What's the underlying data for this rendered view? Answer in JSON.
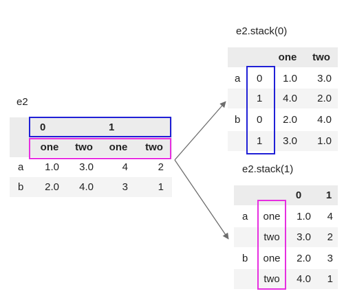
{
  "colors": {
    "blue_highlight": "#1f1fd6",
    "magenta_highlight": "#e62ee0",
    "header_bg": "#ececec",
    "row_bg": "#f4f4f4"
  },
  "e2": {
    "title": "e2",
    "level0": [
      "0",
      "1"
    ],
    "level1": [
      "one",
      "two",
      "one",
      "two"
    ],
    "rows": [
      {
        "index": "a",
        "values": [
          "1.0",
          "3.0",
          "4",
          "2"
        ]
      },
      {
        "index": "b",
        "values": [
          "2.0",
          "4.0",
          "3",
          "1"
        ]
      }
    ]
  },
  "stack0": {
    "title": "e2.stack(0)",
    "columns": [
      "one",
      "two"
    ],
    "rows": [
      {
        "outer": "a",
        "inner": "0",
        "values": [
          "1.0",
          "3.0"
        ]
      },
      {
        "outer": "",
        "inner": "1",
        "values": [
          "4.0",
          "2.0"
        ]
      },
      {
        "outer": "b",
        "inner": "0",
        "values": [
          "2.0",
          "4.0"
        ]
      },
      {
        "outer": "",
        "inner": "1",
        "values": [
          "3.0",
          "1.0"
        ]
      }
    ]
  },
  "stack1": {
    "title": "e2.stack(1)",
    "columns": [
      "0",
      "1"
    ],
    "rows": [
      {
        "outer": "a",
        "inner": "one",
        "values": [
          "1.0",
          "4"
        ]
      },
      {
        "outer": "",
        "inner": "two",
        "values": [
          "3.0",
          "2"
        ]
      },
      {
        "outer": "b",
        "inner": "one",
        "values": [
          "2.0",
          "3"
        ]
      },
      {
        "outer": "",
        "inner": "two",
        "values": [
          "4.0",
          "1"
        ]
      }
    ]
  },
  "arrows": [
    "arrow-to-stack0",
    "arrow-to-stack1"
  ]
}
